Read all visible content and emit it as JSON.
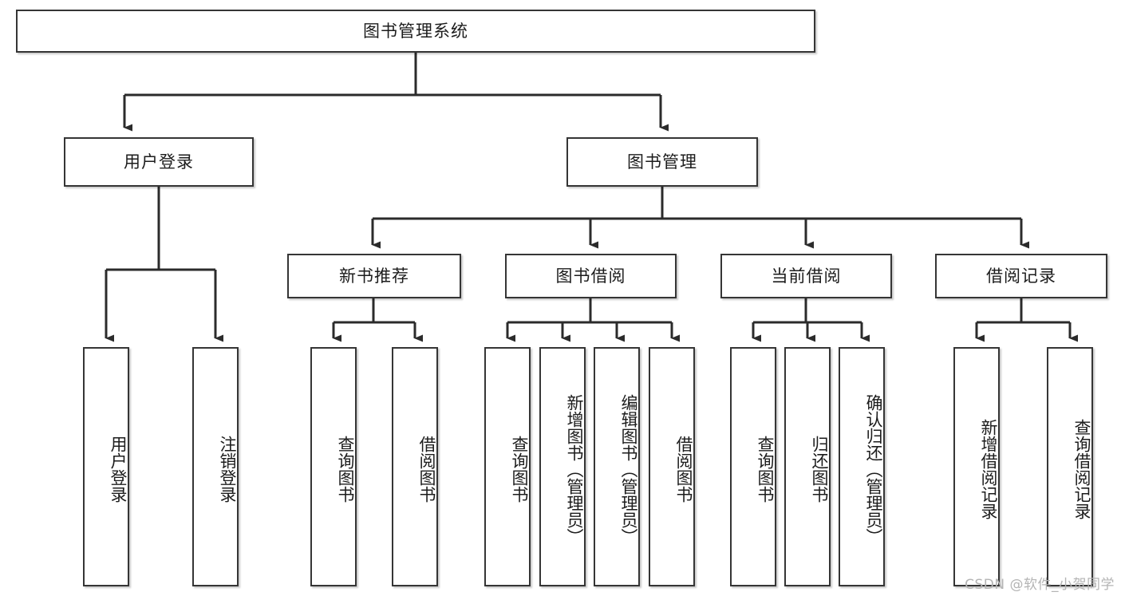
{
  "diagram": {
    "kind": "tree-hierarchy-chart",
    "title": "图书管理系统",
    "colors": {
      "box_border": "#353535",
      "box_fill": "#ffffff",
      "connector": "#2b2b2b",
      "text": "#1c1c1c",
      "watermark": "#b4b4b4",
      "background": "#ffffff"
    },
    "root": {
      "label": "图书管理系统"
    },
    "level2": [
      {
        "label": "用户登录"
      },
      {
        "label": "图书管理"
      }
    ],
    "level3": [
      {
        "label": "新书推荐"
      },
      {
        "label": "图书借阅"
      },
      {
        "label": "当前借阅"
      },
      {
        "label": "借阅记录"
      }
    ],
    "leaves": {
      "user_login": [
        {
          "label": "用户登录"
        },
        {
          "label": "注销登录"
        }
      ],
      "new_book_recommend": [
        {
          "label": "查询图书"
        },
        {
          "label": "借阅图书"
        }
      ],
      "book_borrow": [
        {
          "label": "查询图书"
        },
        {
          "label": "新增图书（管理员）"
        },
        {
          "label": "编辑图书（管理员）"
        },
        {
          "label": "借阅图书"
        }
      ],
      "current_borrow": [
        {
          "label": "查询图书"
        },
        {
          "label": "归还图书"
        },
        {
          "label": "确认归还（管理员）"
        }
      ],
      "borrow_record": [
        {
          "label": "新增借阅记录"
        },
        {
          "label": "查询借阅记录"
        }
      ]
    }
  },
  "watermark": {
    "text": "CSDN @软件_小贺同学"
  }
}
